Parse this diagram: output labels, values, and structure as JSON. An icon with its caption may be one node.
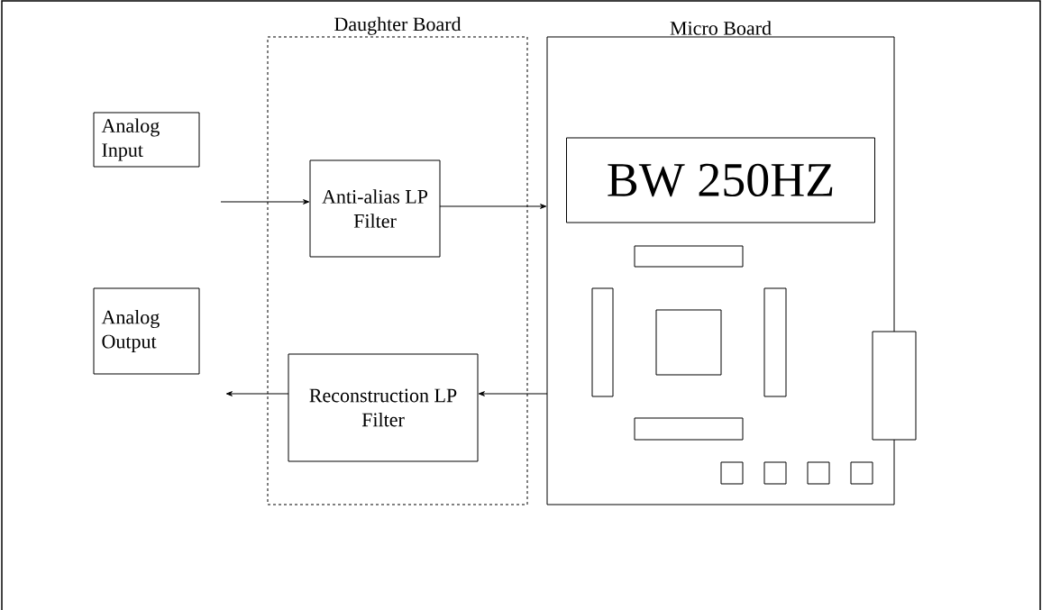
{
  "diagram": {
    "nodes": [
      {
        "text": [
          "Analog Input"
        ]
      },
      {
        "text": [
          "Daughter Board"
        ]
      },
      {
        "text": [
          "Anti-alias LP Filter"
        ],
        "in": 1
      },
      {
        "text": [
          "Analog Output"
        ]
      },
      {
        "text": [
          "Reconstruction LP Filter"
        ],
        "in": 1
      },
      {
        "text": [
          "Micro Board"
        ]
      },
      {
        "text": [
          "BW 250HZ"
        ],
        "in": 5
      }
    ],
    "edges": [
      {
        "from": null,
        "to": 2,
        "arrow": "to"
      },
      {
        "from": 2,
        "to": 5,
        "arrow": "to"
      },
      {
        "from": 5,
        "to": 4,
        "arrow": "to"
      },
      {
        "from": 4,
        "to": null,
        "arrow": "to"
      }
    ]
  }
}
